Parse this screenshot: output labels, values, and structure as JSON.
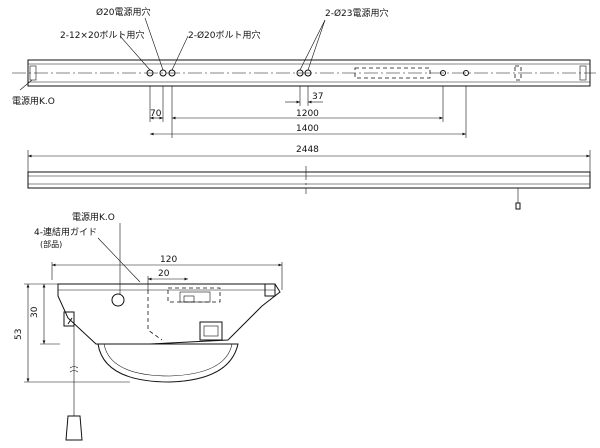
{
  "top_view": {
    "label_power_hole": "Ø20電源用穴",
    "label_bolt_hole_slot": "2-12×20ボルト用穴",
    "label_bolt_hole": "2-Ø20ボルト用穴",
    "label_power_hole_2": "2-Ø23電源用穴",
    "label_power_ko": "電源用K.O",
    "dim_37": "37",
    "dim_70": "70",
    "dim_1200": "1200",
    "dim_1400": "1400"
  },
  "side_view": {
    "dim_2448": "2448"
  },
  "section_view": {
    "label_power_ko": "電源用K.O",
    "label_guide": "4-連結用ガイド",
    "label_part": "(部品)",
    "dim_120": "120",
    "dim_20": "20",
    "dim_30": "30",
    "dim_53": "53"
  }
}
